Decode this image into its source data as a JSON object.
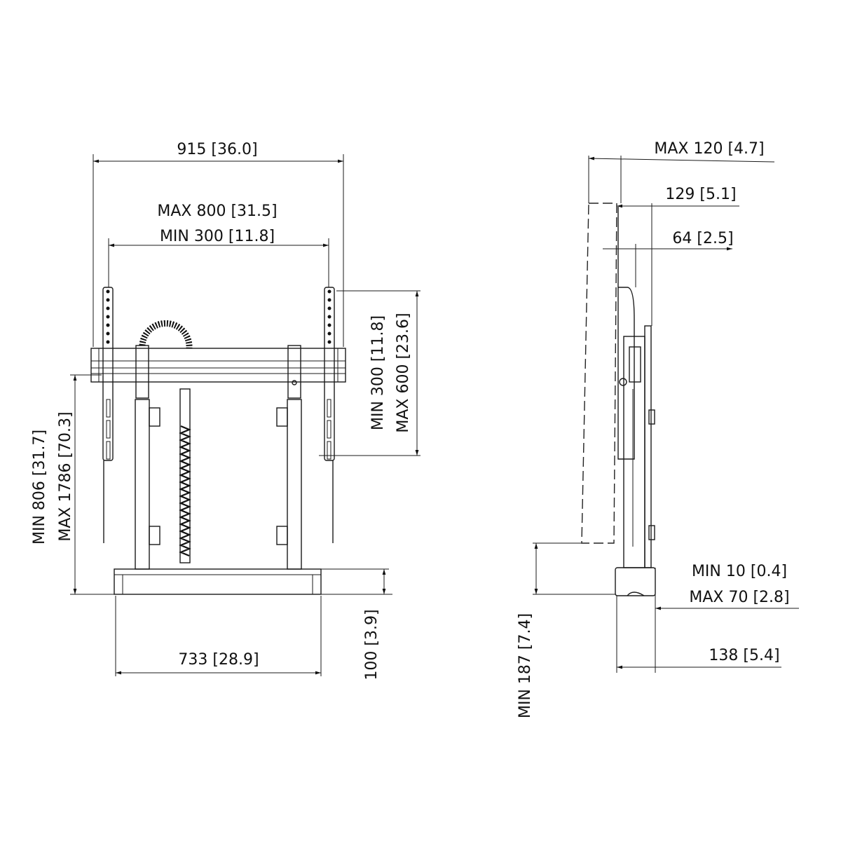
{
  "front_view": {
    "overall_width": {
      "value": "915",
      "inch": "[36.0]"
    },
    "vesa_width_max": {
      "value": "MAX 800",
      "inch": "[31.5]"
    },
    "vesa_width_min": {
      "value": "MIN 300",
      "inch": "[11.8]"
    },
    "vesa_height_min": {
      "value": "MIN 300",
      "inch": "[11.8]"
    },
    "vesa_height_max": {
      "value": "MAX 600",
      "inch": "[23.6]"
    },
    "height_min": {
      "value": "MIN 806",
      "inch": "[31.7]"
    },
    "height_max": {
      "value": "MAX 1786",
      "inch": "[70.3]"
    },
    "base_height": {
      "value": "100",
      "inch": "[3.9]"
    },
    "base_width": {
      "value": "733",
      "inch": "[28.9]"
    }
  },
  "side_view": {
    "tilt_max": {
      "value": "MAX 120",
      "inch": "[4.7]"
    },
    "depth_129": {
      "value": "129",
      "inch": "[5.1]"
    },
    "depth_64": {
      "value": "64",
      "inch": "[2.5]"
    },
    "gap_min": {
      "value": "MIN 10",
      "inch": "[0.4]"
    },
    "gap_max": {
      "value": "MAX 70",
      "inch": "[2.8]"
    },
    "base_depth": {
      "value": "138",
      "inch": "[5.4]"
    },
    "floor_clearance_min": {
      "value": "MIN 187",
      "inch": "[7.4]"
    }
  }
}
